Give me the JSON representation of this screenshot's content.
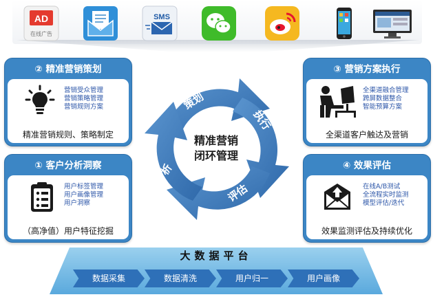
{
  "channels": [
    {
      "name": "ad-icon",
      "label": "AD",
      "sublabel": "在线广告"
    },
    {
      "name": "email-icon"
    },
    {
      "name": "sms-icon",
      "label": "SMS"
    },
    {
      "name": "wechat-icon"
    },
    {
      "name": "weibo-icon"
    },
    {
      "name": "mobile-icon"
    },
    {
      "name": "monitor-icon"
    }
  ],
  "panels": {
    "planning": {
      "title": "② 精准营销策划",
      "items": [
        "营销受众管理",
        "营销策略管理",
        "营销规则方案"
      ],
      "desc": "精准营销规则、策略制定",
      "icon": "lightbulb-icon"
    },
    "execution": {
      "title": "③ 营销方案执行",
      "items": [
        "全渠道融合管理",
        "跨屏数据整合",
        "智能预算方案"
      ],
      "desc": "全渠道客户触达及营销",
      "icon": "computer-user-icon"
    },
    "analysis": {
      "title": "① 客户分析洞察",
      "items": [
        "用户标签管理",
        "用户画像管理",
        "用户洞察"
      ],
      "desc": "（高净值）用户特征挖掘",
      "icon": "clipboard-icon"
    },
    "evaluation": {
      "title": "④ 效果评估",
      "items": [
        "在线A/B测试",
        "全流程实时监测",
        "模型评估/迭代"
      ],
      "desc": "效果监测评估及持续优化",
      "icon": "mail-upload-icon"
    }
  },
  "cycle": {
    "center_line1": "精准营销",
    "center_line2": "闭环管理",
    "segments": {
      "top": "策划",
      "right": "执行",
      "bottom": "评估",
      "left": "分析"
    }
  },
  "platform": {
    "title": "大数据平台",
    "steps": [
      "数据采集",
      "数据清洗",
      "用户归一",
      "用户画像"
    ]
  },
  "colors": {
    "panel": "#3c86c5",
    "arrow": "#3d78b5",
    "step": "#2e70b8"
  }
}
